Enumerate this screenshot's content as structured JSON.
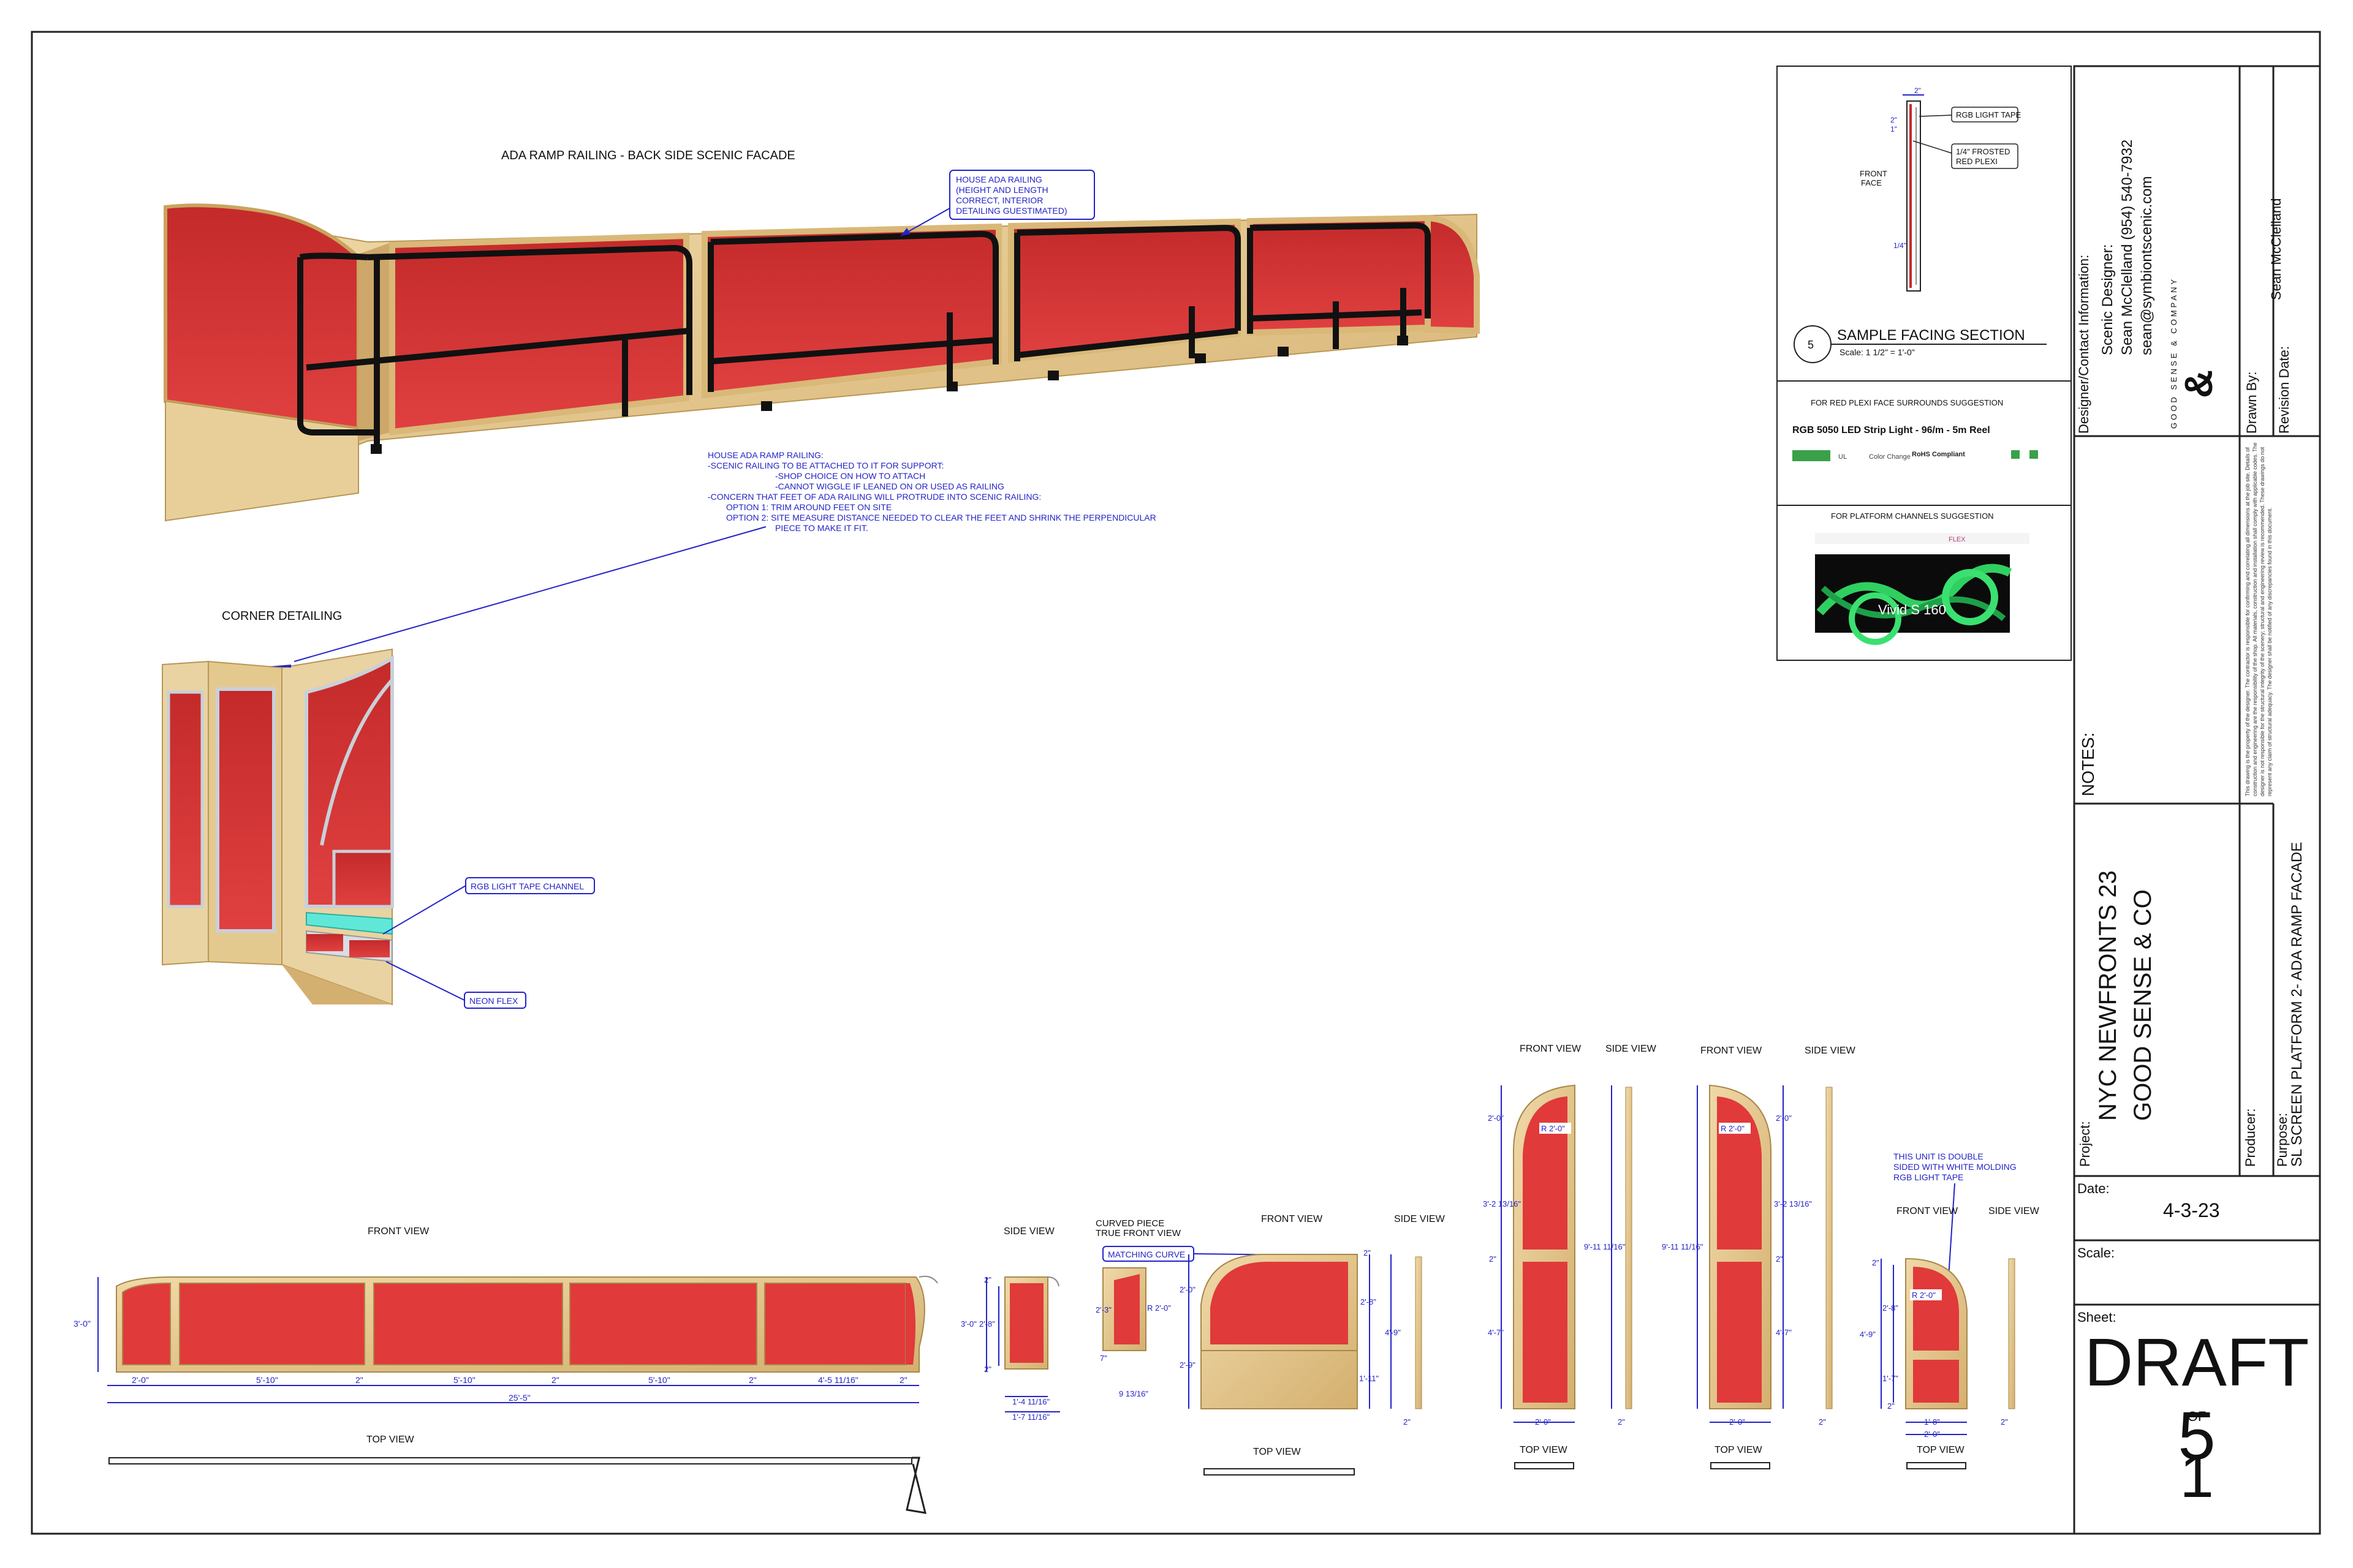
{
  "drawing": {
    "main_title": "ADA RAMP RAILING - BACK SIDE SCENIC FACADE",
    "callout_house_railing": [
      "HOUSE ADA RAILING",
      "(HEIGHT AND LENGTH",
      "CORRECT, INTERIOR",
      "DETAILING GUESTIMATED)"
    ],
    "notes_support": [
      "HOUSE ADA RAMP RAILING:",
      "-SCENIC RAILING TO BE ATTACHED TO IT FOR SUPPORT:",
      "-SHOP CHOICE ON HOW TO ATTACH",
      "-CANNOT WIGGLE IF LEANED ON OR USED AS RAILING",
      "-CONCERN THAT FEET OF ADA RAILING WILL PROTRUDE INTO SCENIC RAILING:",
      "OPTION 1: TRIM AROUND FEET ON SITE",
      "OPTION 2: SITE MEASURE DISTANCE NEEDED TO CLEAR THE FEET AND SHRINK THE PERPENDICULAR",
      "PIECE TO MAKE IT FIT."
    ],
    "corner_title": "CORNER DETAILING",
    "callout_rgb_channel": "RGB LIGHT TAPE CHANNEL",
    "callout_neon": "NEON FLEX",
    "front_view": "FRONT VIEW",
    "side_view": "SIDE VIEW",
    "top_view": "TOP VIEW",
    "curved_piece": [
      "CURVED PIECE",
      "TRUE FRONT VIEW"
    ],
    "matching_curve": "MATCHING CURVE",
    "double_sided_note": [
      "THIS UNIT IS DOUBLE",
      "SIDED WITH WHITE MOLDING",
      "RGB LIGHT TAPE"
    ],
    "dims_main": {
      "height": "3'-0\"",
      "segs": [
        "2'-0\"",
        "5'-10\"",
        "2\"",
        "5'-10\"",
        "2\"",
        "5'-10\"",
        "2\"",
        "4'-5 11/16\"",
        "2\""
      ],
      "total": "25'-5\""
    },
    "dims_side": {
      "a": "3'-0\"",
      "b": "2'-8\"",
      "c": "2\"",
      "d": "2\"",
      "w1": "1'-4 11/16\"",
      "w2": "1'-7 11/16\""
    },
    "dims_curved": {
      "a": "2'-3\"",
      "b": "7\"",
      "c": "9 13/16\"",
      "r": "R 2'-0\"",
      "d": "2'-0\"",
      "e": "2'-9\"",
      "f": "2\"",
      "g": "2'-8\"",
      "h": "4'-9\"",
      "i": "1'-11\"",
      "j": "2\""
    },
    "dims_tall": {
      "a": "2'-0\"",
      "b": "3'-2 13/16\"",
      "c": "2\"",
      "d": "4'-7\"",
      "total": "9'-11 11/16\"",
      "w": "2'-0\"",
      "r": "R 2'-0\"",
      "side_w": "2\""
    },
    "dims_small": {
      "a": "2\"",
      "b": "2'-8\"",
      "c": "4'-9\"",
      "d": "1'-7\"",
      "e": "2\"",
      "w1": "1'-8\"",
      "w2": "2'-0\"",
      "r": "R 2'-0\"",
      "side_w": "2\""
    }
  },
  "detail": {
    "label_rgb": "RGB LIGHT TAPE",
    "label_plexi": [
      "1/4\" FROSTED",
      "RED PLEXI"
    ],
    "front_face": [
      "FRONT",
      "FACE"
    ],
    "dim_top": "2\"",
    "dim_a": "2\"",
    "dim_b": "1\"",
    "dim_c": "1/4\"",
    "number": "5",
    "title": "SAMPLE FACING SECTION",
    "scale": "Scale: 1 1/2\" = 1'-0\""
  },
  "suggestions": {
    "red_plexi_title": "FOR RED PLEXI FACE SURROUNDS SUGGESTION",
    "product1": "RGB 5050 LED Strip Light - 96/m - 5m Reel",
    "badges": [
      "UL",
      "Color Change",
      "RoHS Compliant"
    ],
    "platform_title": "FOR PLATFORM CHANNELS SUGGESTION",
    "product2": "Vivid S 160",
    "brand2": "FLEX"
  },
  "titleblock": {
    "designer_heading": "Designer/Contact Information:",
    "designer_lines": [
      "Scenic Designer:",
      "Sean McClelland (954) 540-7932",
      "sean@symbiontscenic.com"
    ],
    "logo_text": "GOOD SENSE & COMPANY",
    "drawn_by_label": "Drawn By:",
    "drawn_by": "Sean McClelland",
    "revision_label": "Revision Date:",
    "disclaimer": "This drawing is the property of the designer. The contractor is responsible for confirming and correlating all dimensions at the job site. Details of construction and engineering are the responsibility of the shop. All materials, construction and installation shall comply with applicable codes. The designer is not responsible for the structural integrity of the scenery; structural and engineering review is recommended. These drawings do not represent any claim of structural adequacy. The designer shall be notified of any discrepancies found in this document.",
    "notes_label": "NOTES:",
    "project_label": "Project:",
    "project_line1": "NYC NEWFRONTS 23",
    "project_line2": "GOOD SENSE & CO",
    "producer_label": "Producer:",
    "purpose_label": "Purpose:",
    "purpose": "SL SCREEN PLATFORM 2- ADA RAMP FACADE",
    "date_label": "Date:",
    "date": "4-3-23",
    "scale_label": "Scale:",
    "sheet_label": "Sheet:",
    "sheet": "DRAFT 5",
    "of": "OF",
    "total": "1"
  },
  "colors": {
    "red": "#e03a3a",
    "wood": "#e2c48a",
    "blue": "#2323c8",
    "green": "#3fd65c"
  }
}
